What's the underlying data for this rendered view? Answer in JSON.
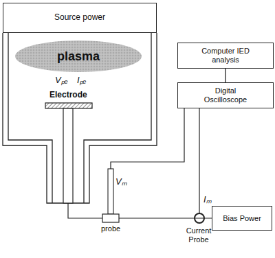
{
  "diagram": {
    "nodes": [
      {
        "text": [
          "Source power"
        ]
      },
      {
        "text": [
          "plasma"
        ]
      },
      {
        "text": [
          "Computer IED analysis"
        ]
      },
      {
        "text": [
          "Digital Oscilloscope"
        ]
      },
      {
        "text": [
          "Bias Power"
        ]
      }
    ],
    "edges": [
      {
        "from": 2,
        "to": 3,
        "arrow": "none"
      }
    ],
    "labels": [
      "Vₚₑ",
      "Iₚₑ",
      "Electrode",
      "Vₘ",
      "probe",
      "Iₘ",
      "Current Probe"
    ]
  }
}
